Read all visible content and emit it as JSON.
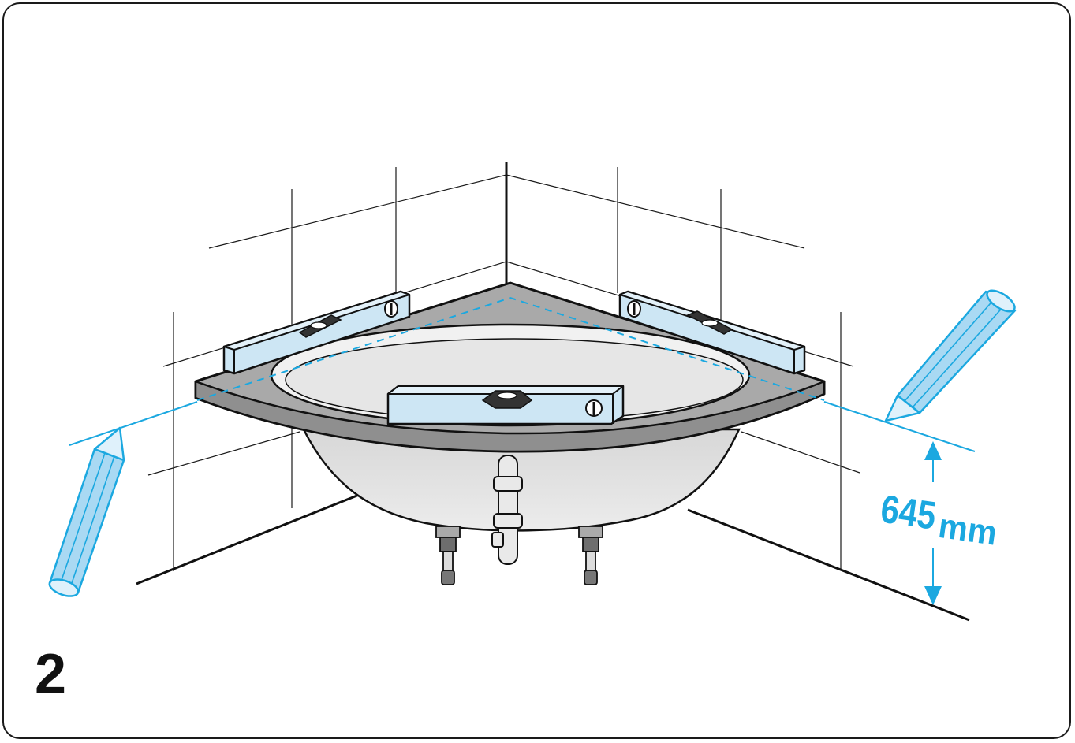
{
  "step": {
    "number": "2"
  },
  "dimension": {
    "value": "645",
    "unit": "mm"
  },
  "colors": {
    "accent_blue": "#1ba8e0",
    "level_fill": "#cde6f4",
    "tub_rim": "#a8a8a8",
    "tub_basin": "#e6e6e6",
    "line": "#111111"
  },
  "icons": [
    "pencil-icon",
    "spirit-level-icon",
    "dimension-arrow-icon"
  ]
}
